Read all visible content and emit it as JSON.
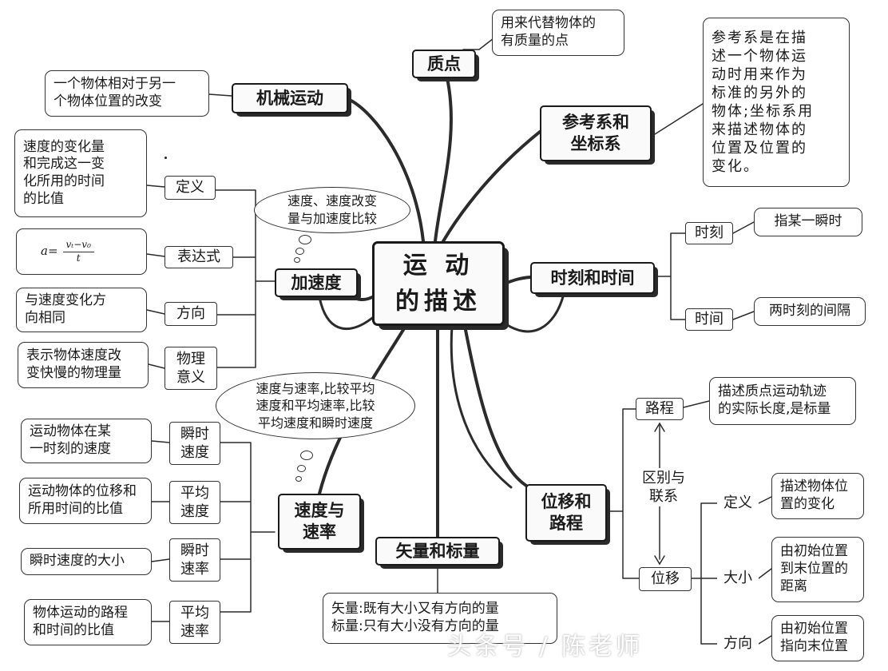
{
  "center": {
    "line1": "运 动",
    "line2": "的描述"
  },
  "topics": {
    "zhidian": "质点",
    "jixie": "机械运动",
    "cankao": "参考系和\n坐标系",
    "jiasudu": "加速度",
    "shike": "时刻和时间",
    "sudu": "速度与\n速率",
    "weiyi": "位移和\n路程",
    "shiliang": "矢量和标量"
  },
  "notes": {
    "zhidian": "用来代替物体的\n有质量的点",
    "jixie": "一个物体相对于另一\n个物体位置的改变",
    "cankao": "参考系是在描\n述一个物体运\n动时用来作为\n标准的另外的\n物体;坐标系用\n来描述物体的\n位置及位置的\n变化。"
  },
  "clouds": {
    "accel": "速度、速度改变\n量与加速度比较",
    "speed": "速度与速率,比较平均\n速度和平均速率,比较\n平均速度和瞬时速度"
  },
  "accel": {
    "def_label": "定义",
    "def_text": "速度的变化量\n和完成这一变\n化所用的时间\n的比值",
    "expr_label": "表达式",
    "formula": {
      "lhs": "a=",
      "num": "vₜ−v₀",
      "den": "t"
    },
    "dir_label": "方向",
    "dir_text": "与速度变化方\n向相同",
    "mean_label": "物理\n意义",
    "mean_text": "表示物体速度改\n变快慢的物理量"
  },
  "time": {
    "moment_label": "时刻",
    "moment_text": "指某一瞬时",
    "interval_label": "时间",
    "interval_text": "两时刻的间隔"
  },
  "speed": {
    "inst_v_label": "瞬时\n速度",
    "inst_v_text": "运动物体在某\n一时刻的速度",
    "avg_v_label": "平均\n速度",
    "avg_v_text": "运动物体的位移和\n所用时间的比值",
    "inst_s_label": "瞬时\n速率",
    "inst_s_text": "瞬时速度的大小",
    "avg_s_label": "平均\n速率",
    "avg_s_text": "物体运动的路程\n和时间的比值"
  },
  "vector": {
    "text": "矢量:既有大小又有方向的量\n标量:只有大小没有方向的量"
  },
  "disp": {
    "path_label": "路程",
    "path_text": "描述质点运动轨迹\n的实际长度,是标量",
    "relation_label": "区别与\n联系",
    "disp_label": "位移",
    "def_label": "定义",
    "def_text": "描述物体位\n置的变化",
    "size_label": "大小",
    "size_text": "由初始位置\n到末位置的\n距离",
    "dir_label": "方向",
    "dir_text": "由初始位置\n指向末位置"
  },
  "watermark": "头条号 / 陈老师"
}
